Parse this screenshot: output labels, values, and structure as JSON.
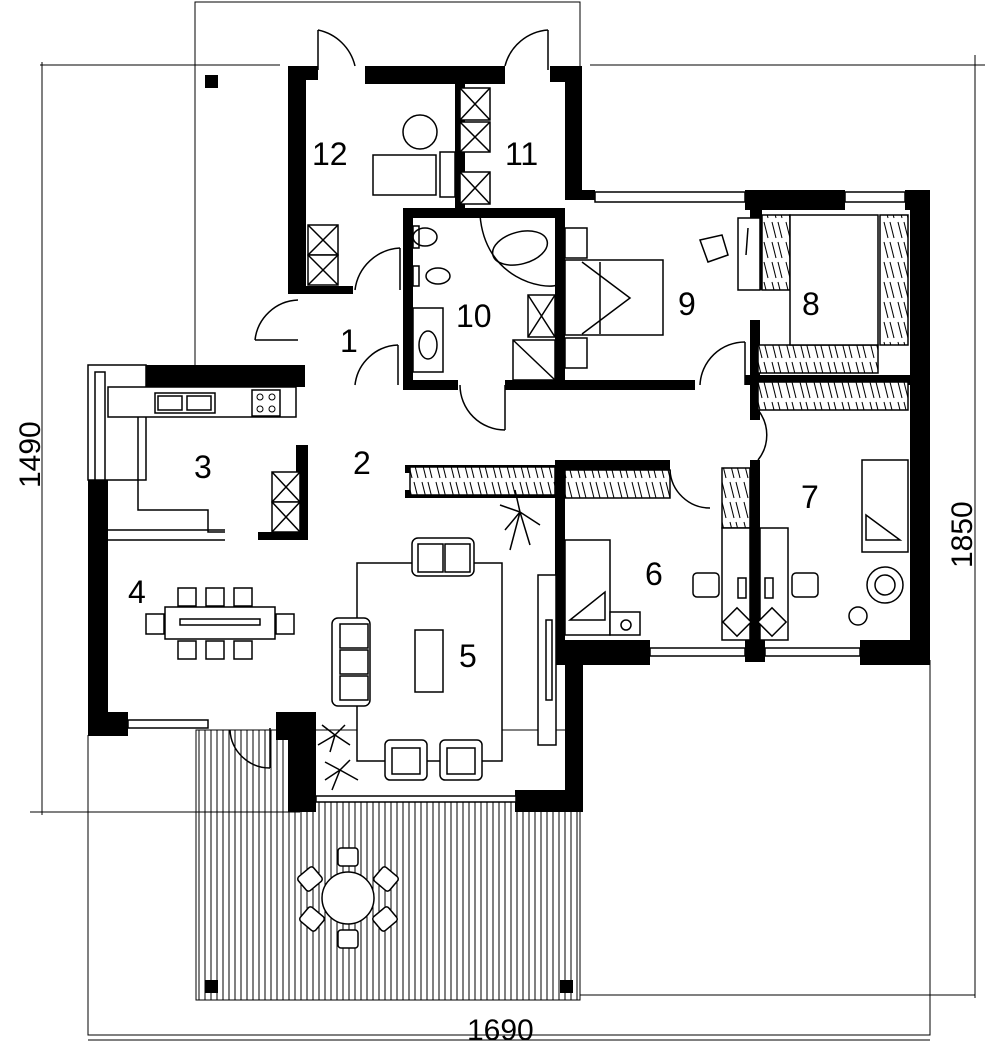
{
  "rooms": [
    {
      "id": "1",
      "label": "1"
    },
    {
      "id": "2",
      "label": "2"
    },
    {
      "id": "3",
      "label": "3"
    },
    {
      "id": "4",
      "label": "4"
    },
    {
      "id": "5",
      "label": "5"
    },
    {
      "id": "6",
      "label": "6"
    },
    {
      "id": "7",
      "label": "7"
    },
    {
      "id": "8",
      "label": "8"
    },
    {
      "id": "9",
      "label": "9"
    },
    {
      "id": "10",
      "label": "10"
    },
    {
      "id": "11",
      "label": "11"
    },
    {
      "id": "12",
      "label": "12"
    }
  ],
  "dimensions": {
    "width_total": "1690",
    "height_left": "1490",
    "height_right": "1850"
  }
}
